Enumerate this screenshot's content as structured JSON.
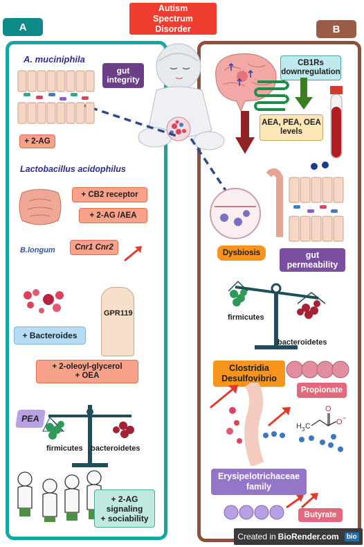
{
  "title": "Autism Spectrum Disorder",
  "tabs": {
    "a": "A",
    "b": "B"
  },
  "panel_a": {
    "a_muciniphila": "A. muciniphila",
    "gut_integrity": "gut integrity",
    "two_ag": "+ 2-AG",
    "lactobacillus": "Lactobacillus acidophilus",
    "cb2": "+ CB2 receptor",
    "two_ag_aea": "+ 2-AG /AEA",
    "b_longum": "B.longum",
    "cnr": "Cnr1 Cnr2",
    "gpr119": "GPR119",
    "bacteroides": "+ Bacteroides",
    "oleoyl_1": "+ 2-oleoyl-glycerol",
    "oleoyl_2": "+ OEA",
    "pea": "PEA",
    "firmicutes": "firmicutes",
    "bacteroidetes": "bacteroidetes",
    "signaling_1": "+ 2-AG",
    "signaling_2": "signaling",
    "signaling_3": "+ sociability"
  },
  "panel_b": {
    "cb1_1": "CB1Rs",
    "cb1_2": "downregulation",
    "levels_1": "AEA, PEA, OEA",
    "levels_2": "levels",
    "dysbiosis": "Dysbiosis",
    "gut_perm_1": "gut",
    "gut_perm_2": "permeability",
    "firmicutes": "firmicutes",
    "bacteroidetes": "bacteroidetes",
    "clostridia_1": "Clostridia",
    "clostridia_2": "Desulfovibrio",
    "propionate": "Propionate",
    "erysip_1": "Erysipelotrichaceae",
    "erysip_2": "family",
    "butyrate": "Butyrate"
  },
  "footer": {
    "created_in": "Created in",
    "brand": "BioRender.com",
    "logo": "bio"
  },
  "colors": {
    "panel_a": "#13a6a4",
    "panel_b": "#8e4f3a",
    "title": "#ef3e2f",
    "salmon": "#f9a28b",
    "purple": "#6b3f88"
  }
}
